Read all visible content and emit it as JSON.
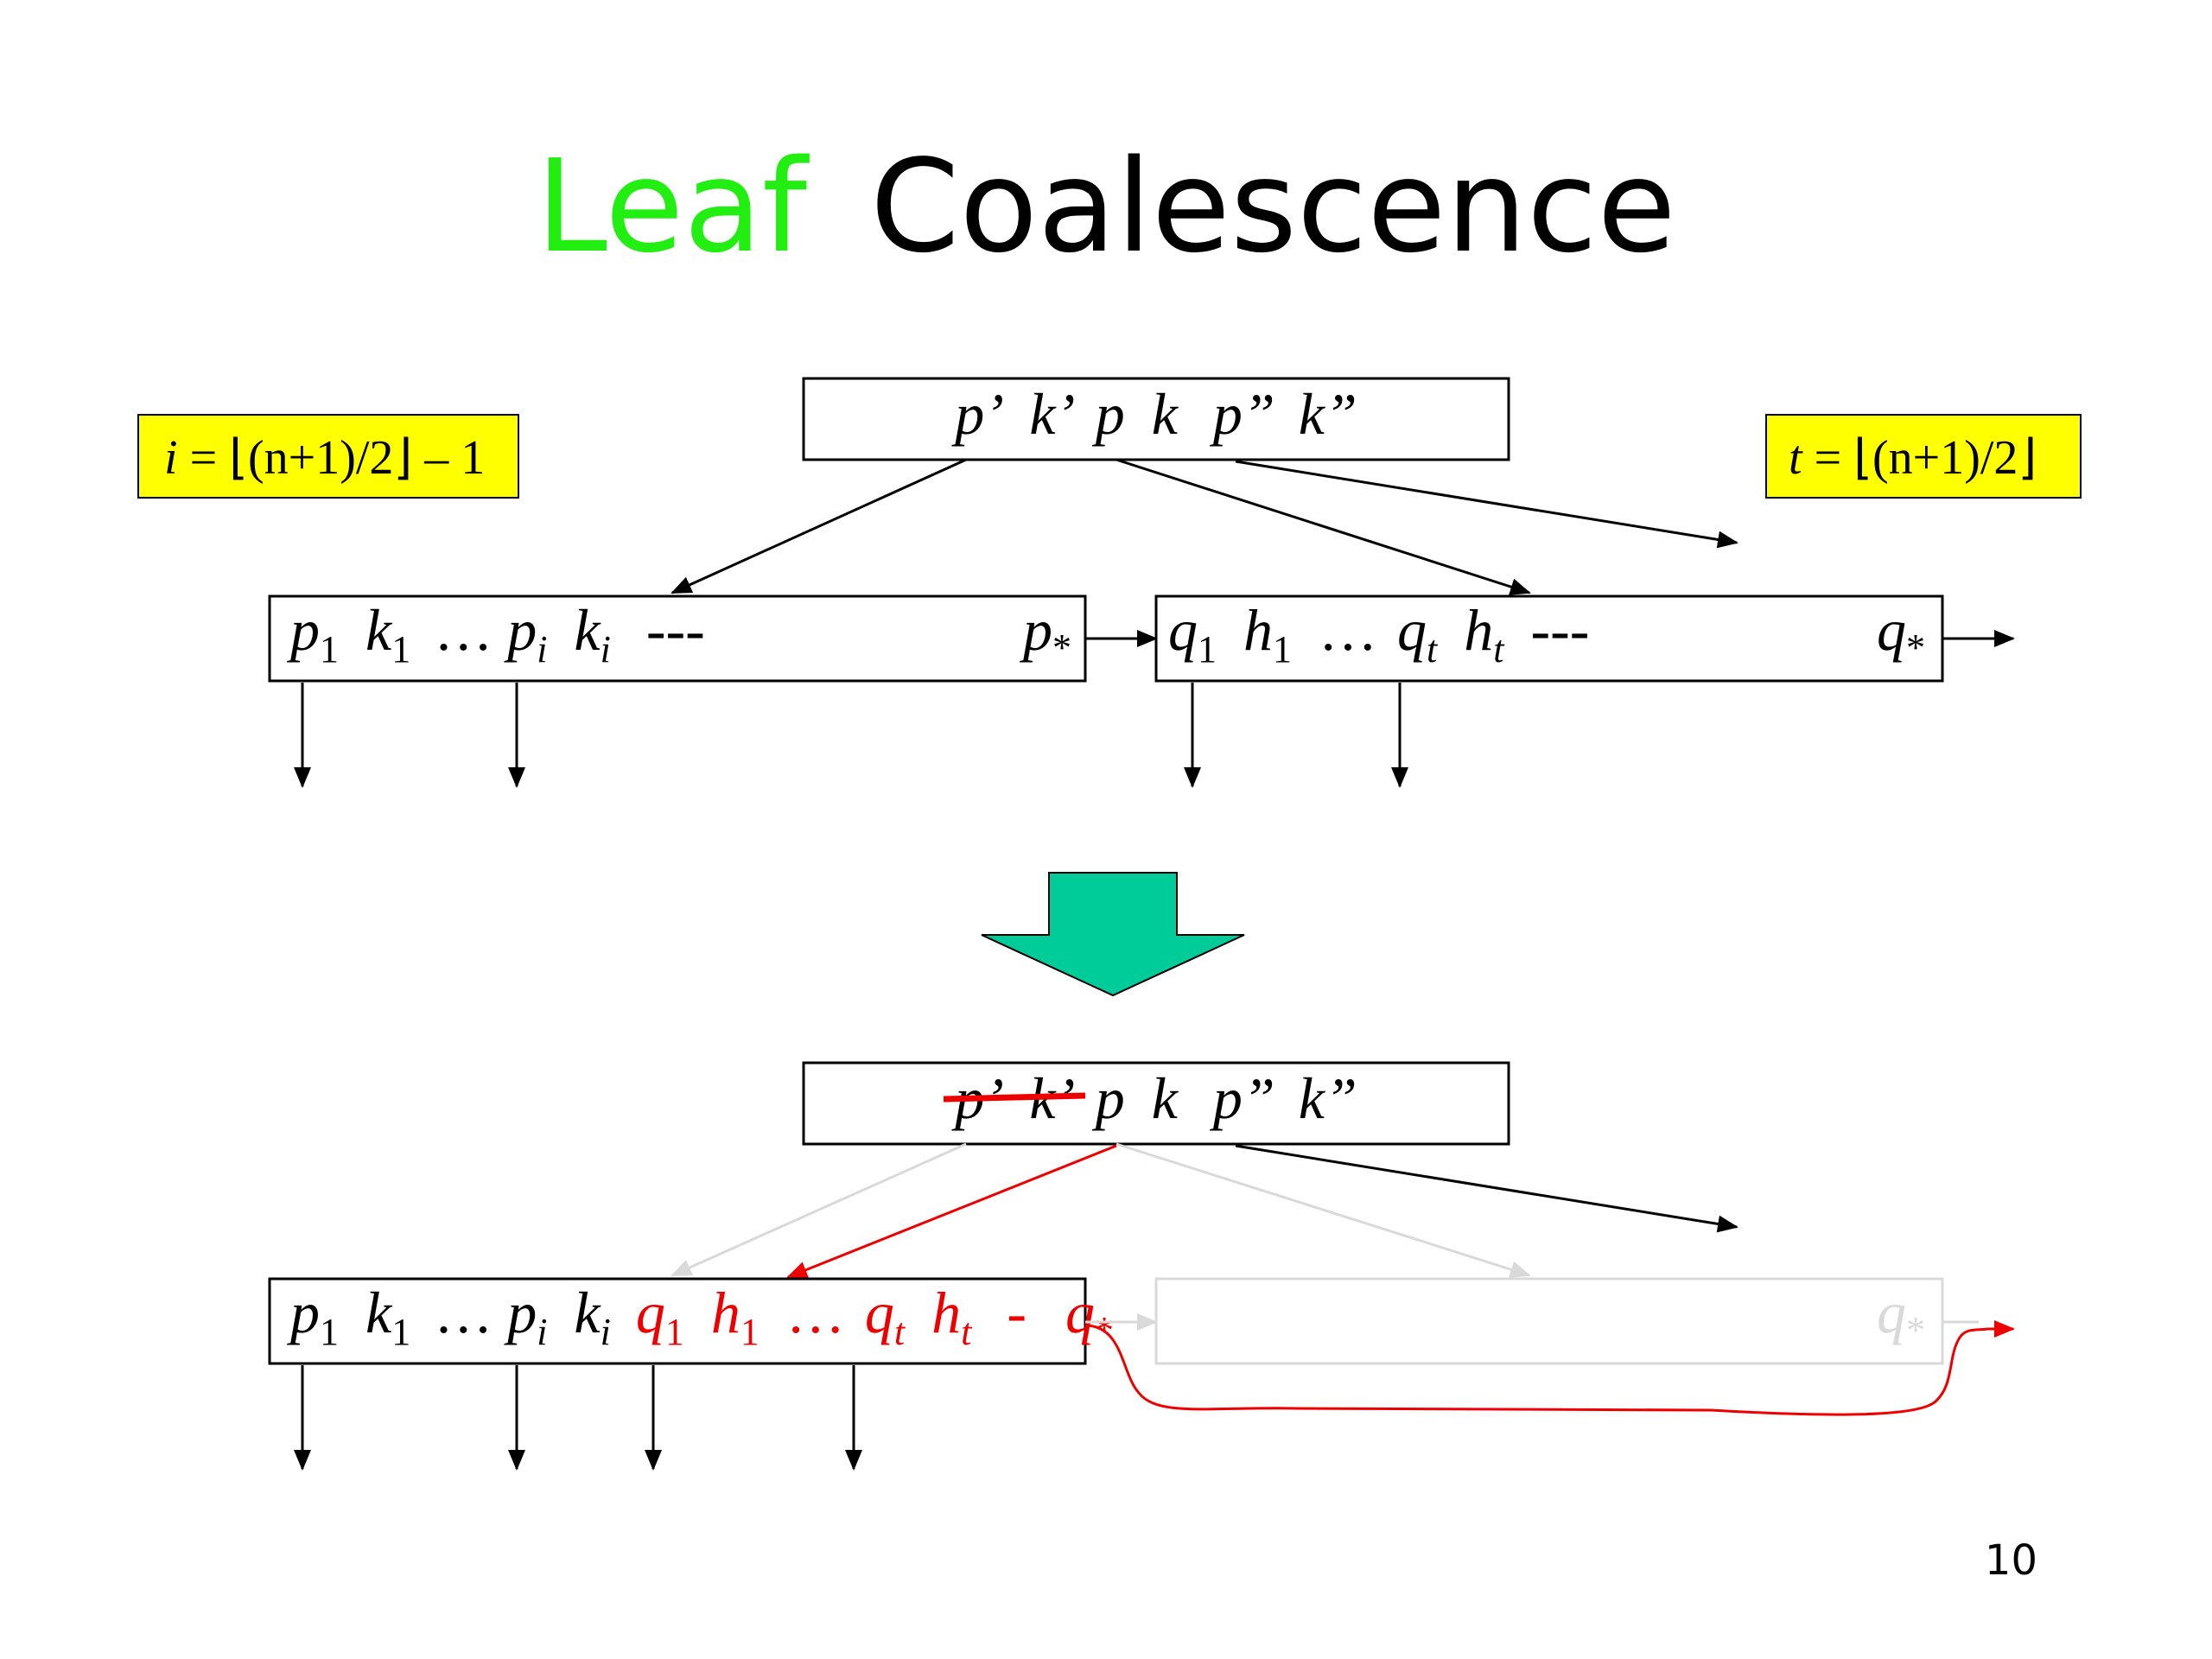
{
  "title": {
    "word1": "Leaf",
    "word2": "Coalescence",
    "word1_color": "#22ee11",
    "word2_color": "#000000"
  },
  "formulas": {
    "left": {
      "var": "i",
      "expr": " = ⌊(n+1)/2⌋ – 1"
    },
    "right": {
      "var": "t",
      "expr": " = ⌊(n+1)/2⌋"
    },
    "bg_color": "#ffff00"
  },
  "top_diagram": {
    "parent": {
      "t1": "p’",
      "t2": "k’",
      "t3": "p",
      "t4": "k",
      "t5": "p”",
      "t6": "k”"
    },
    "left_leaf": {
      "p": "p",
      "k": "k",
      "sub1": "1",
      "ellipsis": "…",
      "subi": "i",
      "dashes": "---",
      "pstar": "p",
      "star": "*"
    },
    "right_leaf": {
      "q": "q",
      "h": "h",
      "sub1": "1",
      "ellipsis": "…",
      "subt": "t",
      "dashes": "---",
      "qstar": "q",
      "star": "*"
    }
  },
  "transition_arrow": {
    "icon": "down-arrow-icon",
    "color": "#00cc99"
  },
  "bottom_diagram": {
    "parent": {
      "t1": "p’",
      "t2": "k’",
      "t3": "p",
      "t4": "k",
      "t5": "p”",
      "t6": "k”"
    },
    "merged_leaf": {
      "p": "p",
      "k": "k",
      "sub1": "1",
      "ellipsis": "…",
      "subi": "i",
      "q": "q",
      "h": "h",
      "subt": "t",
      "dash": "-",
      "qstar": "q",
      "star": "*"
    },
    "ghost_leaf": {
      "qstar": "q",
      "star": "*"
    },
    "highlight_color": "#ee0000",
    "ghost_color": "#d9d9d9"
  },
  "page_number": "10"
}
